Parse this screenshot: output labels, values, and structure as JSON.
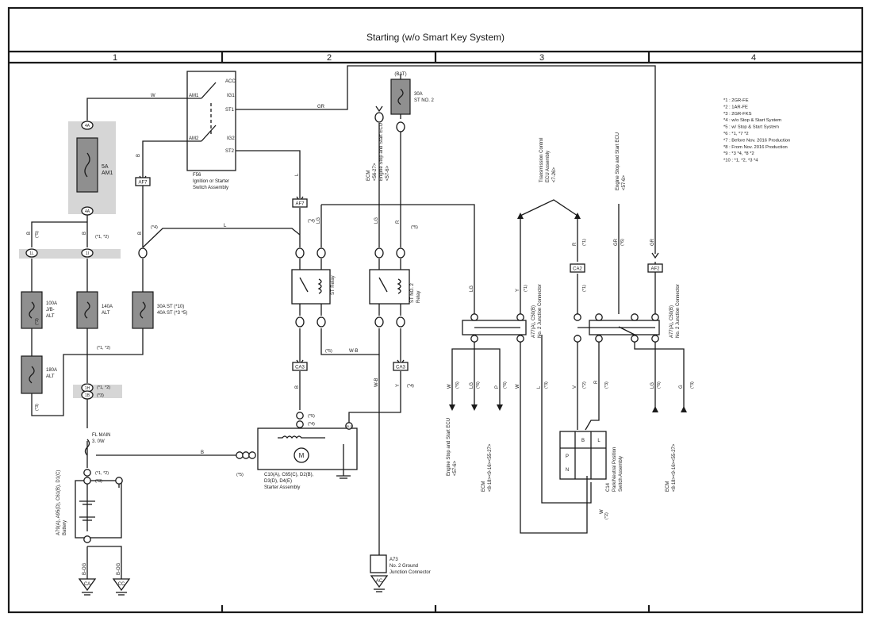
{
  "title": "Starting (w/o Smart Key System)",
  "columns": [
    "1",
    "2",
    "3",
    "4"
  ],
  "legend": [
    "*1 : 2GR-FE",
    "*2 : 1AR-FE",
    "*3 : 2GR-FKS",
    "*4 : w/o Stop & Start System",
    "*5 : w/ Stop & Start System",
    "*6 : *1, *7 *2",
    "*7 : Before Nov. 2016 Production",
    "*8 : From Nov. 2016 Production",
    "*9 : *3 *4, *8 *2",
    "*10 : *1, *2, *3 *4"
  ],
  "components": {
    "f56": [
      "F56",
      "Ignition or Starter",
      "Switch Assembly"
    ],
    "am1": [
      "5A",
      "AM1"
    ],
    "st_fuse": [
      "30A",
      "ST NO. 2"
    ],
    "bat_tag": "(BAT)",
    "f100": [
      "100A",
      "J/B-",
      "ALT"
    ],
    "f140": [
      "140A",
      "ALT"
    ],
    "f30": [
      "30A ST (*10)",
      "40A ST (*3 *5)"
    ],
    "f180": [
      "180A",
      "ALT"
    ],
    "fl_main": [
      "FL MAIN",
      "3. 0W"
    ],
    "battery": [
      "A79(A), A95(D), C61(B), D1(C)",
      "Battery"
    ],
    "st_relay": "ST Relay",
    "st2_relay": [
      "ST NO. 2",
      "Relay"
    ],
    "starter": [
      "C10(A), C65(C), D2(B),",
      "D3(D), D4(E)",
      "Starter Assembly"
    ],
    "j1": [
      "A77(A), C50(B)",
      "No. 2 Junction Connector"
    ],
    "j2": [
      "A77(A), C50(B)",
      "No. 2 Junction Connector"
    ],
    "a73": [
      "A73",
      "No. 2 Ground",
      "Junction Connector"
    ],
    "c14": [
      "C14",
      "Park/Neutral Position",
      "Switch Assembly"
    ],
    "tcm": [
      "Transmission Control",
      "ECU Assembly",
      "<7-26>"
    ],
    "ss_ecu_top": [
      "Engine Stop and Start ECU",
      "<57-6>"
    ],
    "ss_ecu_low": [
      "Engine Stop and Start ECU",
      "<57-6>"
    ],
    "ecm_top": [
      "ECM",
      "<56-27>",
      "Engine Stop and Start ECU",
      "<57-6>"
    ],
    "ecm_low": [
      "ECM",
      "<8-18><9-16><55-27>"
    ],
    "ecm_right": [
      "ECM",
      "<8-18><9-16><55-27>"
    ]
  },
  "switch_pins": [
    "ACC",
    "AM1",
    "IG1",
    "ST1",
    "AM2",
    "IG2",
    "ST2"
  ],
  "wires": [
    "W",
    "GR",
    "B",
    "L",
    "LG",
    "R",
    "Y",
    "W-B",
    "V",
    "G",
    "P",
    "B-OG"
  ],
  "connectors": [
    "4A",
    "AF7",
    "AF7",
    "1L",
    "1I",
    "1H",
    "1B",
    "CA3",
    "CA3",
    "CA2",
    "AF2",
    "SL2"
  ],
  "grounds": [
    "CA",
    "CC",
    "AC"
  ],
  "pn_cells": [
    "B",
    "L",
    "P",
    "N"
  ],
  "motor": "M",
  "notes": [
    "(*5)",
    "(*1, *2)",
    "(*3)",
    "(*4)",
    "(*6)",
    "(*1)",
    "(*2)"
  ]
}
